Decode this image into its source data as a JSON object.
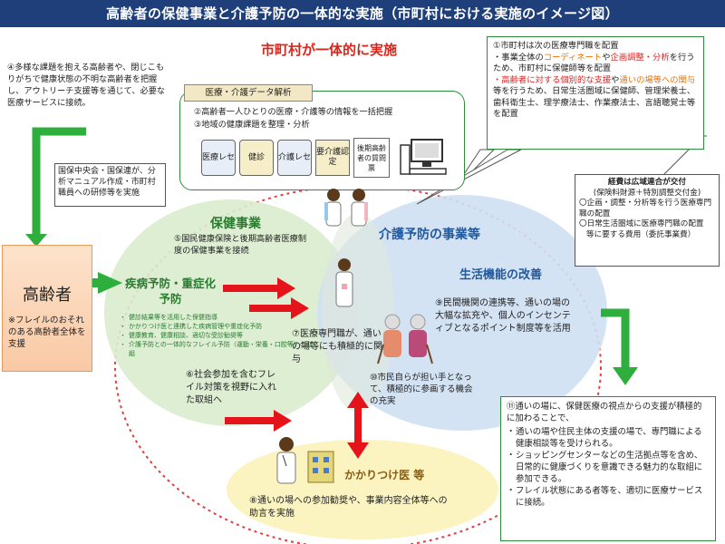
{
  "title": "高齢者の保健事業と介護予防の一体的な実施（市町村における実施のイメージ図）",
  "header_red": "市町村が一体的に実施",
  "note4": "④多様な課題を抱える高齢者や、閉じこもりがちで健康状態の不明な高齢者を把握し、アウトリーチ支援等を通じて、必要な医療サービスに接続。",
  "data_panel": {
    "tab": "医療・介護データ解析",
    "item2": "②高齢者一人ひとりの医療・介護等の情報を一括把握",
    "item3": "③地域の健康課題を整理・分析",
    "cards": [
      "医療レセ",
      "健診",
      "介護レセ",
      "要介護認定",
      "後期高齢者の質問票"
    ]
  },
  "national_note": "国保中央会・国保連が、分析マニュアル作成・市町村職員への研修等を実施",
  "box1": {
    "line1": "①市町村は次の医療専門職を配置",
    "b1_pre": "・事業全体の",
    "b1_hl1": "コーディネート",
    "b1_mid": "や",
    "b1_hl2": "企画調整・分析",
    "b1_post": "を行うため、市町村に保健師等を配置",
    "b2_hl1": "・高齢者に対する個別的な支援",
    "b2_mid": "や",
    "b2_hl2": "通いの場等への関与",
    "b2_post": "等を行うため、日常生活圏域に保健師、管理栄養士、歯科衛生士、理学療法士、作業療法士、言語聴覚士等を配置"
  },
  "funding": {
    "title": "経費は広域連合が交付",
    "sub": "(保険料財源＋特別調整交付金)",
    "item1": "〇企画・調整・分析等を行う医療専門職の配置",
    "item2": "〇日常生活圏域に医療専門職の配置",
    "item3": "等に要する費用（委託事業費）"
  },
  "elderly": {
    "title": "高齢者",
    "note": "※フレイルのおそれのある高齢者全体を支援"
  },
  "health": {
    "title": "保健事業",
    "item5": "⑤国民健康保険と後期高齢者医療制度の保健事業を接続",
    "sub_title": "疾病予防・重症化予防",
    "bullets": [
      "健診結果等を活用した保健指導",
      "かかりつけ医と連携した疾病管理や重症化予防",
      "健康教育、健康相談、適切な受診勧奨等",
      "介護予防との一体的なフレイル予防（運動・栄養・口腔等）の取組"
    ],
    "item6": "⑥社会参加を含むフレイル対策を視野に入れた取組へ"
  },
  "care": {
    "title": "介護予防の事業等",
    "sub_title": "生活機能の改善",
    "item9": "⑨民間機関の連携等、通いの場の大幅な拡充や、個人のインセンティブとなるポイント制度等を活用"
  },
  "center": {
    "item7": "⑦医療専門職が、通いの場等にも積極的に関与",
    "item10": "⑩市民自らが担い手となって、積極的に参画する機会の充実"
  },
  "doctor": {
    "title": "かかりつけ医 等",
    "item8": "⑧通いの場への参加勧奨や、事業内容全体等への助言を実施"
  },
  "box11": {
    "head": "⑪通いの場に、保健医療の視点からの支援が積極的に加わることで、",
    "bullets": [
      "通いの場や住民主体の支援の場で、専門職による健康相談等を受けられる。",
      "ショッピングセンターなどの生活拠点等を含め、日常的に健康づくりを意識できる魅力的な取組に参加できる。",
      "フレイル状態にある者等を、適切に医療サービスに接続。"
    ]
  },
  "colors": {
    "navy": "#1e3f7a",
    "green": "#2e8b3a",
    "red": "#d9261c",
    "orange": "#f07000"
  }
}
